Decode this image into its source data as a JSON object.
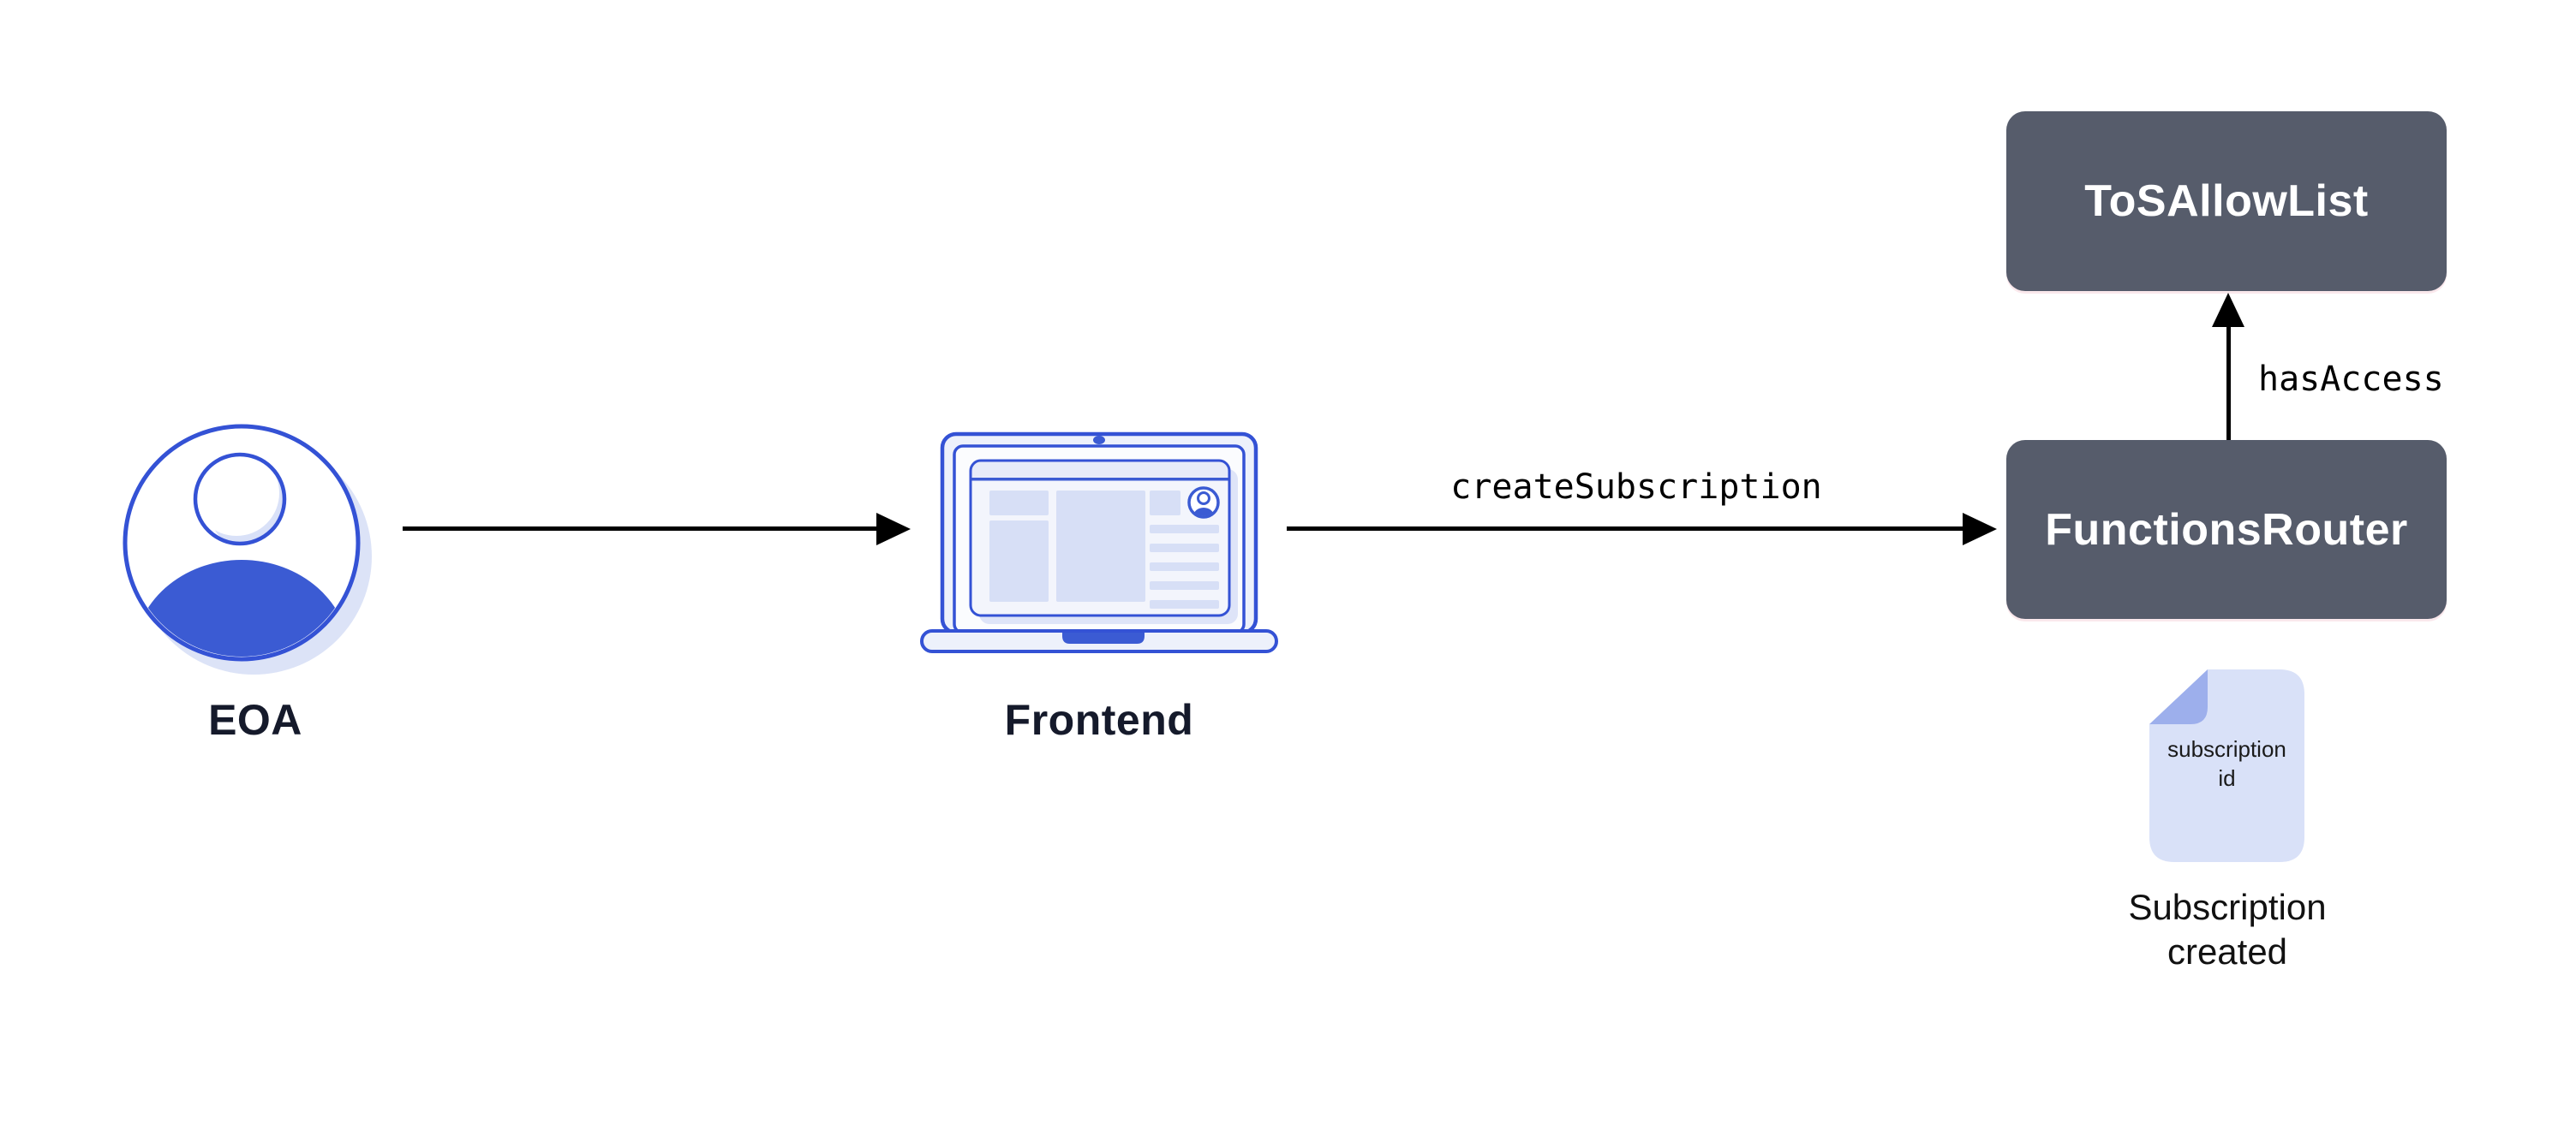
{
  "diagram": {
    "nodes": {
      "eoa": {
        "label": "EOA",
        "icon": "user-avatar-icon"
      },
      "frontend": {
        "label": "Frontend",
        "icon": "laptop-icon"
      },
      "tos_allow_list": {
        "label": "ToSAllowList"
      },
      "functions_router": {
        "label": "FunctionsRouter"
      },
      "subscription_doc": {
        "icon": "document-icon",
        "text": "subscription\nid",
        "caption": "Subscription\ncreated"
      }
    },
    "edges": {
      "eoa_to_frontend": {
        "label": ""
      },
      "frontend_to_router": {
        "label": "createSubscription"
      },
      "router_to_allowlist": {
        "label": "hasAccess"
      }
    },
    "colors": {
      "stroke_blue": "#3452D5",
      "fill_blue": "#3B5BD3",
      "lavender_panel": "#D7DFF6",
      "lavender_page": "#D9E1F8",
      "lavender_shadow": "#DCE3F7",
      "laptop_body": "#EDF1FB",
      "fold_blue": "#9DAFEC",
      "box_background": "#565C6B",
      "box_text": "#FFFFFF",
      "label_dark": "#151A2B",
      "arrow_black": "#000000"
    }
  }
}
